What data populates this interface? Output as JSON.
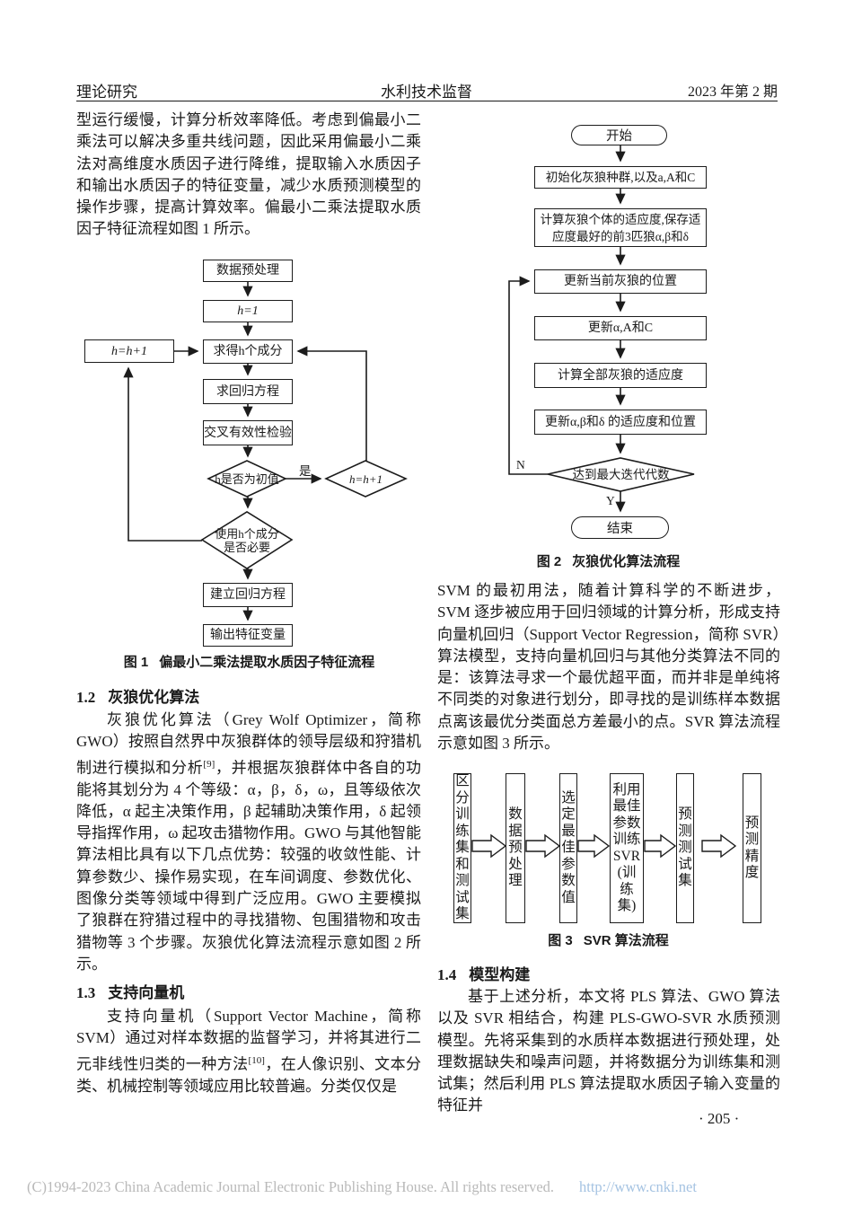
{
  "palette": {
    "ink": "#1a1a1a",
    "footer_gray": "#b9b9b9",
    "footer_link_blue": "#a5c3e2",
    "paper": "#ffffff"
  },
  "header": {
    "left": "理论研究",
    "center": "水利技术监督",
    "right": "2023 年第 2 期"
  },
  "left_column": {
    "para_pls": "型运行缓慢，计算分析效率降低。考虑到偏最小二乘法可以解决多重共线问题，因此采用偏最小二乘法对高维度水质因子进行降维，提取输入水质因子和输出水质因子的特征变量，减少水质预测模型的操作步骤，提高计算效率。偏最小二乘法提取水质因子特征流程如图 1 所示。",
    "heading_12_num": "1.2",
    "heading_12_title": "灰狼优化算法",
    "para_gwo_pre": "灰狼优化算法（Grey Wolf Optimizer，简称 GWO）按照自然界中灰狼群体的领导层级和狩猎机制进行模拟和分析",
    "para_gwo_sup": "[9]",
    "para_gwo_post": "，并根据灰狼群体中各自的功能将其划分为 4 个等级：α，β，δ，ω，且等级依次降低，α 起主决策作用，β 起辅助决策作用，δ 起领导指挥作用，ω 起攻击猎物作用。GWO 与其他智能算法相比具有以下几点优势：较强的收敛性能、计算参数少、操作易实现，在车间调度、参数优化、图像分类等领域中得到广泛应用。GWO 主要模拟了狼群在狩猎过程中的寻找猎物、包围猎物和攻击猎物等 3 个步骤。灰狼优化算法流程示意如图 2 所示。",
    "heading_13_num": "1.3",
    "heading_13_title": "支持向量机",
    "para_svm_pre": "支持向量机（Support Vector Machine，简称 SVM）通过对样本数据的监督学习，并将其进行二元非线性归类的一种方法",
    "para_svm_sup": "[10]",
    "para_svm_post": "，在人像识别、文本分类、机械控制等领域应用比较普遍。分类仅仅是"
  },
  "right_column": {
    "para_svr": "SVM 的最初用法，随着计算科学的不断进步，SVM 逐步被应用于回归领域的计算分析，形成支持向量机回归（Support Vector Regression，简称 SVR）算法模型，支持向量机回归与其他分类算法不同的是：该算法寻求一个最优超平面，而并非是单纯将不同类的对象进行划分，即寻找的是训练样本数据点离该最优分类面总方差最小的点。SVR 算法流程示意如图 3 所示。",
    "heading_14_num": "1.4",
    "heading_14_title": "模型构建",
    "para_model": "基于上述分析，本文将 PLS 算法、GWO 算法以及 SVR 相结合，构建 PLS-GWO-SVR 水质预测模型。先将采集到的水质样本数据进行预处理，处理数据缺失和噪声问题，并将数据分为训练集和测试集；然后利用 PLS 算法提取水质因子输入变量的特征并"
  },
  "figure1": {
    "caption_num": "图 1",
    "caption_text": "偏最小二乘法提取水质因子特征流程",
    "nodes": {
      "preprocess": "数据预处理",
      "h_init": "h=1",
      "h_inc_left": "h=h+1",
      "get_components": "求得h个成分",
      "regression": "求回归方程",
      "cross_validation": "交叉有效性检验",
      "is_initial": "h是否为初值",
      "h_inc_right": "h=h+1",
      "use_components": "使用h个成分是否必要",
      "build_regression": "建立回归方程",
      "output_features": "输出特征变量",
      "yes_label": "是"
    }
  },
  "figure2": {
    "caption_num": "图 2",
    "caption_text": "灰狼优化算法流程",
    "nodes": {
      "start": "开始",
      "init": "初始化灰狼种群,以及a,A和C",
      "fitness_top3": "计算灰狼个体的适应度,保存适应度最好的前3匹狼α,β和δ",
      "update_position": "更新当前灰狼的位置",
      "update_aac": "更新α,A和C",
      "fitness_all": "计算全部灰狼的适应度",
      "update_abd": "更新α,β和δ 的适应度和位置",
      "max_iteration": "达到最大迭代代数",
      "end": "结束",
      "no_label": "N",
      "yes_label": "Y"
    }
  },
  "figure3": {
    "caption_num": "图 3",
    "caption_text": "SVR 算法流程",
    "steps": [
      "区分训练集和测试集",
      "数据预处理",
      "选定最佳参数值",
      "利用最佳参数训练SVR(训练集)",
      "预测测试集",
      "预测精度"
    ]
  },
  "page_number": "· 205 ·",
  "footer": {
    "copyright": "(C)1994-2023 China Academic Journal Electronic Publishing House. All rights reserved.",
    "url": "http://www.cnki.net"
  }
}
